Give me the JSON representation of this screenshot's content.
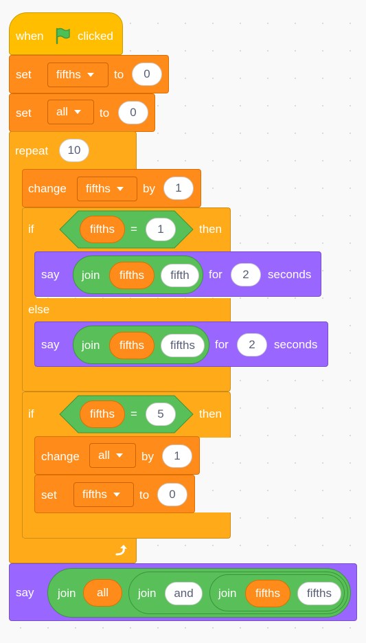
{
  "hat": {
    "when": "when",
    "clicked": "clicked",
    "flag_icon": "green-flag"
  },
  "set_fifths": {
    "keyword": "set",
    "variable": "fifths",
    "to": "to",
    "value": "0"
  },
  "set_all": {
    "keyword": "set",
    "variable": "all",
    "to": "to",
    "value": "0"
  },
  "repeat": {
    "keyword": "repeat",
    "count": "10",
    "loop_arrow_icon": "loop-arrow"
  },
  "change_fifths": {
    "keyword": "change",
    "variable": "fifths",
    "by": "by",
    "value": "1"
  },
  "if1": {
    "if": "if",
    "then": "then",
    "else": "else",
    "condition": {
      "left": "fifths",
      "operator": "=",
      "right": "1"
    },
    "say1": {
      "keyword": "say",
      "join": "join",
      "a": "fifths",
      "b": "fifth",
      "for": "for",
      "secs": "2",
      "seconds": "seconds"
    },
    "say2": {
      "keyword": "say",
      "join": "join",
      "a": "fifths",
      "b": "fifths",
      "for": "for",
      "secs": "2",
      "seconds": "seconds"
    }
  },
  "if2": {
    "if": "if",
    "then": "then",
    "condition": {
      "left": "fifths",
      "operator": "=",
      "right": "5"
    },
    "change_all": {
      "keyword": "change",
      "variable": "all",
      "by": "by",
      "value": "1"
    },
    "set_fifths": {
      "keyword": "set",
      "variable": "fifths",
      "to": "to",
      "value": "0"
    }
  },
  "final_say": {
    "keyword": "say",
    "join1": "join",
    "a": "all",
    "join2": "join",
    "b": "and",
    "join3": "join",
    "c": "fifths",
    "d": "fifths"
  },
  "colors": {
    "events": "#ffbf00",
    "control": "#ffab19",
    "variables": "#ff8c1a",
    "looks": "#9966ff",
    "operators": "#59c059"
  }
}
